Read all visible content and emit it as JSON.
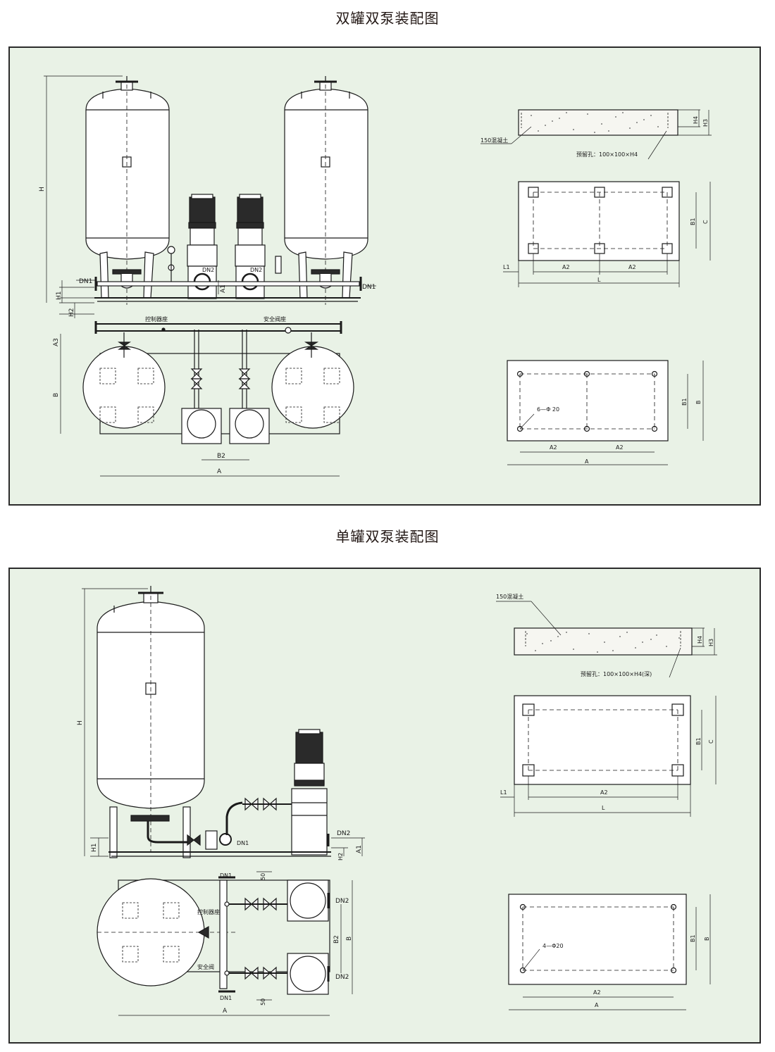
{
  "panel1": {
    "title": "双罐双泵装配图",
    "labels": {
      "h": "H",
      "h1": "H1",
      "h2": "H2",
      "a1": "A1",
      "a3": "A3",
      "b": "B",
      "b2": "B2",
      "a": "A",
      "dn1_left": "DN1",
      "dn1_right": "DN1",
      "dn2_a": "DN2",
      "dn2_b": "DN2",
      "controller_seat": "控制器座",
      "safety_valve_seat": "安全阀座"
    },
    "foundation": {
      "concrete": "150混凝土",
      "reserved_hole": "预留孔：100×100×H4",
      "h3": "H3",
      "h4": "H4",
      "b1": "B1",
      "c": "C",
      "l1": "L1",
      "a2_left": "A2",
      "a2_right": "A2",
      "l": "L"
    },
    "bolts": {
      "holes": "6—Φ 20",
      "b1": "B1",
      "b": "B",
      "a2_left": "A2",
      "a2_right": "A2",
      "a": "A"
    }
  },
  "panel2": {
    "title": "单罐双泵装配图",
    "labels": {
      "h": "H",
      "h1": "H1",
      "h2": "H2",
      "a1": "A1",
      "b": "B",
      "b2": "B2",
      "a": "A",
      "dn1_pump": "DN1",
      "dn2_side": "DN2",
      "dn1_top": "DN1",
      "dn1_bottom": "DN1",
      "fifty_top": "50",
      "fifty_bottom": "50",
      "dn2_top": "DN2",
      "dn2_bottom": "DN2",
      "controller_seat": "控制器座",
      "safety_valve": "安全阀"
    },
    "foundation": {
      "concrete": "150混凝土",
      "reserved_hole": "预留孔：100×100×H4(深)",
      "h3": "H3",
      "h4": "H4",
      "b1": "B1",
      "c": "C",
      "l1": "L1",
      "a2": "A2",
      "l": "L"
    },
    "bolts": {
      "holes": "4—Φ20",
      "b1": "B1",
      "b": "B",
      "a2": "A2",
      "a": "A"
    }
  },
  "colors": {
    "panel_bg": "#e9f2e6",
    "line": "#1a1a1a",
    "motor": "#2a2a2a",
    "concrete_fill": "#f6f6f1"
  }
}
